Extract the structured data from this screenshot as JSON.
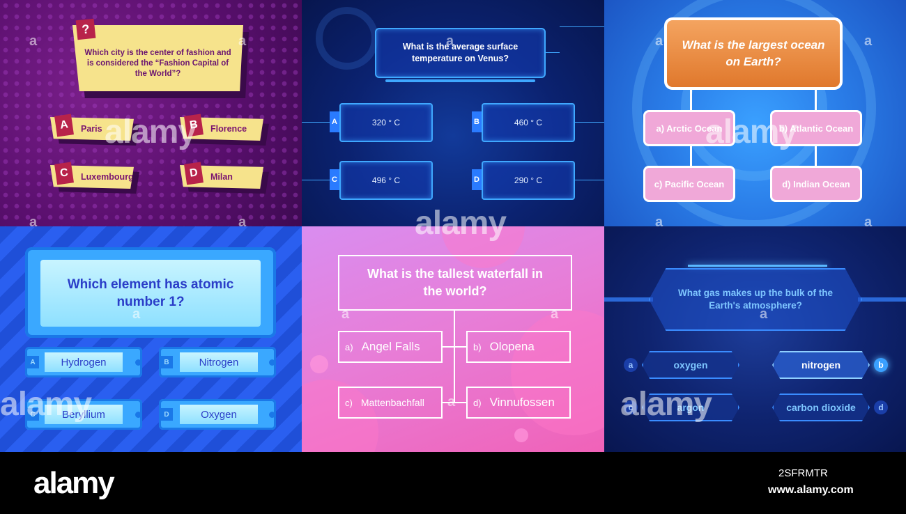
{
  "panel1": {
    "question": "Which city is the center of fashion and is considered the “Fashion Capital of the World”?",
    "qmark": "?",
    "answers": [
      {
        "letter": "A",
        "text": "Paris"
      },
      {
        "letter": "B",
        "text": "Florence"
      },
      {
        "letter": "C",
        "text": "Luxembourg"
      },
      {
        "letter": "D",
        "text": "Milan"
      }
    ]
  },
  "panel2": {
    "question": "What is the average surface temperature on Venus?",
    "answers": [
      {
        "letter": "A",
        "text": "320 ° C"
      },
      {
        "letter": "B",
        "text": "460 ° C"
      },
      {
        "letter": "C",
        "text": "496 ° C"
      },
      {
        "letter": "D",
        "text": "290 ° C"
      }
    ]
  },
  "panel3": {
    "question": "What is the largest ocean on Earth?",
    "answers": [
      {
        "text": "a) Arctic Ocean"
      },
      {
        "text": "b) Atlantic Ocean"
      },
      {
        "text": "c) Pacific Ocean"
      },
      {
        "text": "d) Indian Ocean"
      }
    ]
  },
  "panel4": {
    "question": "Which element has atomic number 1?",
    "answers": [
      {
        "letter": "A",
        "text": "Hydrogen"
      },
      {
        "letter": "B",
        "text": "Nitrogen"
      },
      {
        "letter": "C",
        "text": "Beryllium"
      },
      {
        "letter": "D",
        "text": "Oxygen"
      }
    ]
  },
  "panel5": {
    "question": "What is the tallest waterfall in the world?",
    "answers": [
      {
        "prefix": "a)",
        "text": "Angel Falls"
      },
      {
        "prefix": "b)",
        "text": "Olopena"
      },
      {
        "prefix": "c)",
        "text": "Mattenbachfall"
      },
      {
        "prefix": "d)",
        "text": "Vinnufossen"
      }
    ]
  },
  "panel6": {
    "question": "What gas makes up the bulk of the Earth's atmosphere?",
    "selected_answer": "nitrogen",
    "answers": [
      {
        "letter": "a",
        "text": "oxygen"
      },
      {
        "letter": "b",
        "text": "nitrogen"
      },
      {
        "letter": "c",
        "text": "argon"
      },
      {
        "letter": "d",
        "text": "carbon dioxide"
      }
    ]
  },
  "watermark": {
    "text": "alamy",
    "mark": "a"
  },
  "footer": {
    "logo": "alamy",
    "image_id": "2SFRMTR",
    "url": "www.alamy.com"
  },
  "colors": {
    "panel1_bg": "#5a0f6e",
    "panel1_card": "#f6e38c",
    "panel1_accent": "#b8234a",
    "panel2_bg": "#0b2270",
    "panel2_frame": "#3fa8ff",
    "panel3_bg": "#2a7de8",
    "panel3_question": "#e0782c",
    "panel3_answer": "#f0a8d8",
    "panel4_bg": "#1f4fd8",
    "panel4_inner": "#8ee0ff",
    "panel5_bg": "#e77ed8",
    "panel6_bg": "#0f2470",
    "panel6_text": "#7ec6ff"
  }
}
